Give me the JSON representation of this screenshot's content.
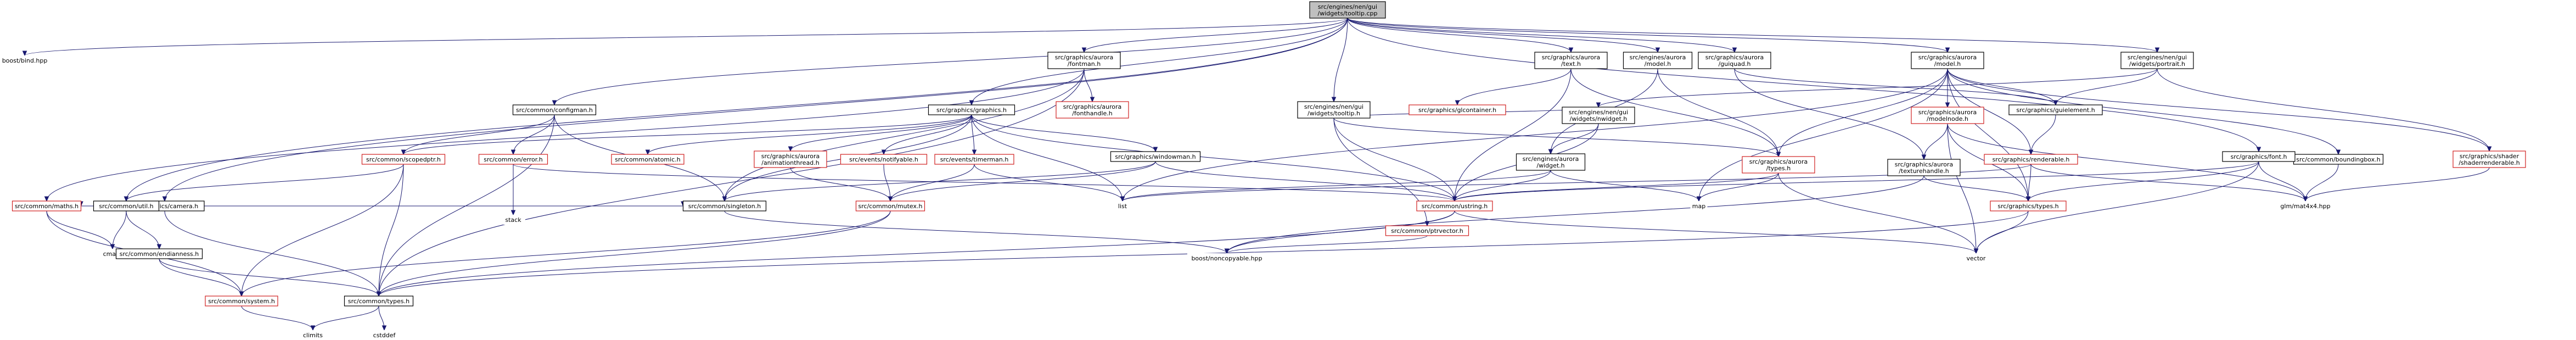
{
  "graph": {
    "colors": {
      "root_fill": "#bfbfbf",
      "root_stroke": "#000000",
      "normal_stroke": "#000000",
      "missing_stroke": "#d02020",
      "edge": "#191970",
      "plain_fill": "#ffffff",
      "plain_stroke": "none"
    },
    "nodes": [
      {
        "id": "root",
        "lines": [
          "src/engines/nen/gui",
          "/widgets/tooltip.cpp"
        ],
        "kind": "root"
      },
      {
        "id": "bfind",
        "lines": [
          "boost/bind.hpp"
        ],
        "kind": "plain"
      },
      {
        "id": "fontman",
        "lines": [
          "src/graphics/aurora",
          "/fontman.h"
        ],
        "kind": "normal"
      },
      {
        "id": "gfx_graphics",
        "lines": [
          "src/graphics/graphics.h"
        ],
        "kind": "normal"
      },
      {
        "id": "camera",
        "lines": [
          "src/graphics/camera.h"
        ],
        "kind": "normal"
      },
      {
        "id": "configman",
        "lines": [
          "src/common/configman.h"
        ],
        "kind": "normal"
      },
      {
        "id": "tooltip_h",
        "lines": [
          "src/engines/nen/gui",
          "/widgets/tooltip.h"
        ],
        "kind": "normal"
      },
      {
        "id": "aurora_text",
        "lines": [
          "src/graphics/aurora",
          "/text.h"
        ],
        "kind": "normal"
      },
      {
        "id": "nen_model",
        "lines": [
          "src/engines/aurora",
          "/model.h"
        ],
        "kind": "normal"
      },
      {
        "id": "guiquad",
        "lines": [
          "src/graphics/aurora",
          "/guiquad.h"
        ],
        "kind": "normal"
      },
      {
        "id": "aurora_model",
        "lines": [
          "src/graphics/aurora",
          "/model.h"
        ],
        "kind": "normal"
      },
      {
        "id": "portrait",
        "lines": [
          "src/engines/nen/gui",
          "/widgets/portrait.h"
        ],
        "kind": "normal"
      },
      {
        "id": "fonthandle",
        "lines": [
          "src/graphics/aurora",
          "/fonthandle.h"
        ],
        "kind": "missing"
      },
      {
        "id": "glcontainer",
        "lines": [
          "src/graphics/glcontainer.h"
        ],
        "kind": "missing"
      },
      {
        "id": "nwidget",
        "lines": [
          "src/engines/nen/gui",
          "/widgets/nwidget.h"
        ],
        "kind": "normal"
      },
      {
        "id": "modelnode",
        "lines": [
          "src/graphics/aurora",
          "/modelnode.h"
        ],
        "kind": "missing"
      },
      {
        "id": "guielement",
        "lines": [
          "src/graphics/guielement.h"
        ],
        "kind": "normal"
      },
      {
        "id": "renderable",
        "lines": [
          "src/graphics/renderable.h"
        ],
        "kind": "missing"
      },
      {
        "id": "scopedptr",
        "lines": [
          "src/common/scopedptr.h"
        ],
        "kind": "missing"
      },
      {
        "id": "error",
        "lines": [
          "src/common/error.h"
        ],
        "kind": "missing"
      },
      {
        "id": "atomic",
        "lines": [
          "src/common/atomic.h"
        ],
        "kind": "missing"
      },
      {
        "id": "notifyable",
        "lines": [
          "src/events/notifyable.h"
        ],
        "kind": "missing"
      },
      {
        "id": "animthread",
        "lines": [
          "src/graphics/aurora",
          "/animationthread.h"
        ],
        "kind": "missing"
      },
      {
        "id": "timerman",
        "lines": [
          "src/events/timerman.h"
        ],
        "kind": "missing"
      },
      {
        "id": "windowman",
        "lines": [
          "src/graphics/windowman.h"
        ],
        "kind": "normal"
      },
      {
        "id": "eng_widget",
        "lines": [
          "src/engines/aurora",
          "/widget.h"
        ],
        "kind": "normal"
      },
      {
        "id": "aurora_types",
        "lines": [
          "src/graphics/aurora",
          "/types.h"
        ],
        "kind": "missing"
      },
      {
        "id": "texturehandle",
        "lines": [
          "src/graphics/aurora",
          "/texturehandle.h"
        ],
        "kind": "normal"
      },
      {
        "id": "boundingbox",
        "lines": [
          "src/common/boundingbox.h"
        ],
        "kind": "normal"
      },
      {
        "id": "font",
        "lines": [
          "src/graphics/font.h"
        ],
        "kind": "normal"
      },
      {
        "id": "shader",
        "lines": [
          "src/graphics/shader",
          "/shaderrenderable.h"
        ],
        "kind": "missing"
      },
      {
        "id": "maths",
        "lines": [
          "src/common/maths.h"
        ],
        "kind": "missing"
      },
      {
        "id": "util",
        "lines": [
          "src/common/util.h"
        ],
        "kind": "normal"
      },
      {
        "id": "stack",
        "lines": [
          "stack"
        ],
        "kind": "plain"
      },
      {
        "id": "singleton",
        "lines": [
          "src/common/singleton.h"
        ],
        "kind": "normal"
      },
      {
        "id": "mutex",
        "lines": [
          "src/common/mutex.h"
        ],
        "kind": "missing"
      },
      {
        "id": "list",
        "lines": [
          "list"
        ],
        "kind": "plain"
      },
      {
        "id": "ustring",
        "lines": [
          "src/common/ustring.h"
        ],
        "kind": "missing"
      },
      {
        "id": "ptrvector",
        "lines": [
          "src/common/ptrvector.h"
        ],
        "kind": "missing"
      },
      {
        "id": "map",
        "lines": [
          "map"
        ],
        "kind": "plain"
      },
      {
        "id": "gfx_types",
        "lines": [
          "src/graphics/types.h"
        ],
        "kind": "missing"
      },
      {
        "id": "glm",
        "lines": [
          "glm/mat4x4.hpp"
        ],
        "kind": "plain"
      },
      {
        "id": "cmath",
        "lines": [
          "cmath"
        ],
        "kind": "plain"
      },
      {
        "id": "endianness",
        "lines": [
          "src/common/endianness.h"
        ],
        "kind": "normal"
      },
      {
        "id": "noncopyable",
        "lines": [
          "boost/noncopyable.hpp"
        ],
        "kind": "plain"
      },
      {
        "id": "vector",
        "lines": [
          "vector"
        ],
        "kind": "plain"
      },
      {
        "id": "system",
        "lines": [
          "src/common/system.h"
        ],
        "kind": "missing"
      },
      {
        "id": "common_types",
        "lines": [
          "src/common/types.h"
        ],
        "kind": "normal"
      },
      {
        "id": "climits",
        "lines": [
          "climits"
        ],
        "kind": "plain"
      },
      {
        "id": "cstddef",
        "lines": [
          "cstddef"
        ],
        "kind": "plain"
      }
    ]
  }
}
